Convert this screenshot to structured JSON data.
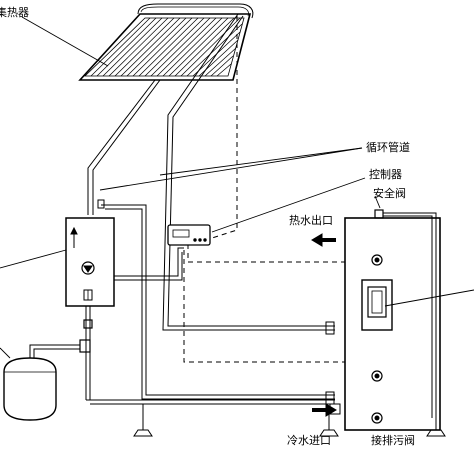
{
  "diagram": {
    "labels": {
      "collector": "集热器",
      "circulation_pipe": "循环管道",
      "controller": "控制器",
      "safety_valve": "安全阀",
      "hot_water_outlet": "热水出口",
      "cold_water_inlet": "冷水进口",
      "drain_valve": "接排污阀"
    },
    "colors": {
      "line": "#000000",
      "background": "#ffffff"
    }
  }
}
